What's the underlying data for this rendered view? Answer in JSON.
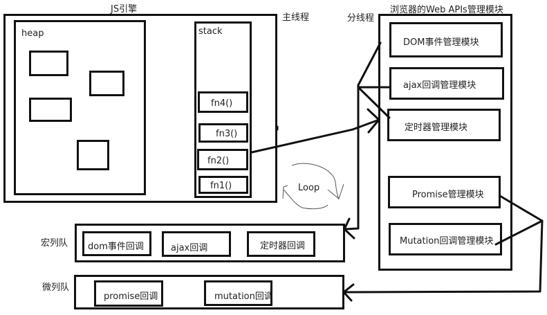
{
  "js_engine": {
    "title": "JS引擎",
    "heap": {
      "label": "heap",
      "objects": 4
    },
    "stack": {
      "label": "stack",
      "frames": [
        "fn4()",
        "fn3()",
        "fn2()",
        "fn1()"
      ]
    }
  },
  "threads": {
    "main": "主线程",
    "worker": "分线程"
  },
  "web_apis": {
    "title": "浏览器的Web APIs管理模块",
    "modules": [
      "DOM事件管理模块",
      "ajax回调管理模块",
      "定时器管理模块",
      "Promise管理模块",
      "Mutation回调管理模块"
    ]
  },
  "loop": {
    "label": "Loop"
  },
  "macro_queue": {
    "label": "宏列队",
    "items": [
      "dom事件回调",
      "ajax回调",
      "定时器回调"
    ]
  },
  "micro_queue": {
    "label": "微列队",
    "items": [
      "promise回调",
      "mutation回调"
    ]
  }
}
